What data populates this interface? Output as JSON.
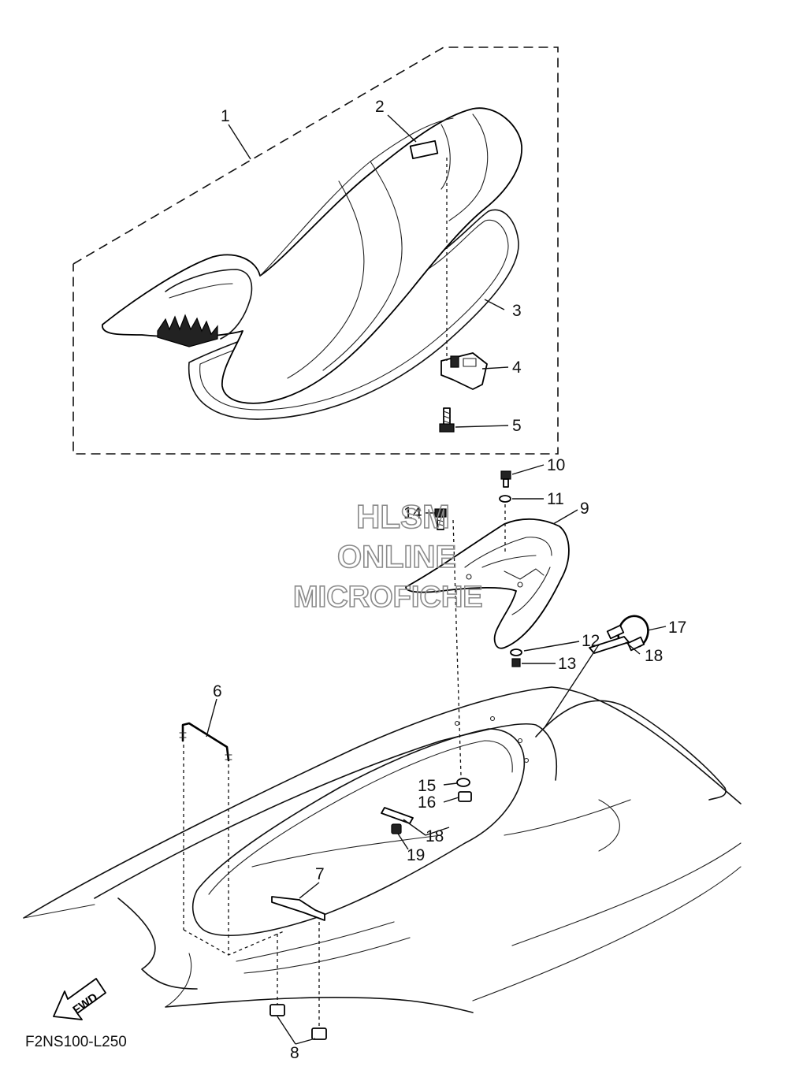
{
  "diagram_code": "F2NS100-L250",
  "fwd_label": "FWD",
  "watermark": {
    "line1": "HLSM",
    "line2": "ONLINE",
    "line3": "MICROFICHE"
  },
  "callouts": [
    {
      "id": "1",
      "label": "1"
    },
    {
      "id": "2",
      "label": "2"
    },
    {
      "id": "3",
      "label": "3"
    },
    {
      "id": "4",
      "label": "4"
    },
    {
      "id": "5",
      "label": "5"
    },
    {
      "id": "6",
      "label": "6"
    },
    {
      "id": "7",
      "label": "7"
    },
    {
      "id": "8",
      "label": "8"
    },
    {
      "id": "9",
      "label": "9"
    },
    {
      "id": "10",
      "label": "10"
    },
    {
      "id": "11",
      "label": "11"
    },
    {
      "id": "12",
      "label": "12"
    },
    {
      "id": "13",
      "label": "13"
    },
    {
      "id": "14",
      "label": "14"
    },
    {
      "id": "15",
      "label": "15"
    },
    {
      "id": "16",
      "label": "16"
    },
    {
      "id": "17",
      "label": "17"
    },
    {
      "id": "18a",
      "label": "18"
    },
    {
      "id": "18b",
      "label": "18"
    },
    {
      "id": "19",
      "label": "19"
    }
  ]
}
